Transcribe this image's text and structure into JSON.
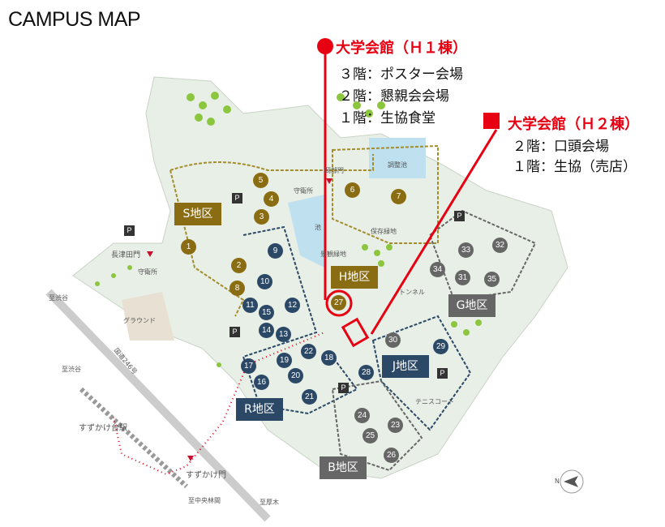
{
  "title": "CAMPUS MAP",
  "callouts": {
    "h1": {
      "title": "大学会館（Ｈ１棟）",
      "lines": [
        "３階：ポスター会場",
        "２階：懇親会会場",
        "１階：生協食堂"
      ]
    },
    "h2": {
      "title": "大学会館（Ｈ２棟）",
      "lines": [
        "２階：口頭会場",
        "１階：生協（売店）"
      ]
    }
  },
  "districts": {
    "s": "S地区",
    "h": "H地区",
    "r": "R地区",
    "j": "J地区",
    "g": "G地区",
    "b": "B地区"
  },
  "markers": {
    "1": "1",
    "2": "2",
    "3": "3",
    "4": "4",
    "5": "5",
    "6": "6",
    "7": "7",
    "8": "8",
    "9": "9",
    "10": "10",
    "11": "11",
    "12": "12",
    "13": "13",
    "14": "14",
    "15": "15",
    "16": "16",
    "17": "17",
    "18": "18",
    "19": "19",
    "20": "20",
    "21": "21",
    "22": "22",
    "23": "23",
    "24": "24",
    "25": "25",
    "26": "26",
    "27": "27",
    "28": "28",
    "29": "29",
    "30": "30",
    "31": "31",
    "32": "32",
    "33": "33",
    "34": "34",
    "35": "35"
  },
  "parking": "P",
  "labels": {
    "nagatsuta_gate": "長津田門",
    "guard1": "守衛所",
    "guard2": "守衛所",
    "okabe_gate": "岡部門",
    "pond": "池",
    "reservoir": "調整池",
    "preserve": "保存緑地",
    "scenic": "景観緑地",
    "tunnel": "トンネル",
    "ground": "グラウンド",
    "tennis": "テニスコート",
    "to_shibuya1": "至渋谷",
    "to_shibuya2": "至渋谷",
    "route246": "国道246号",
    "station": "すずかけ台駅",
    "suzukake_gate": "すずかけ門",
    "to_chuorinkan": "至中央林間",
    "to_atsugi": "至厚木",
    "north": "N"
  },
  "colors": {
    "red": "#e60012",
    "gold": "#8a6d12",
    "navy": "#2b4866",
    "gray": "#666666"
  }
}
